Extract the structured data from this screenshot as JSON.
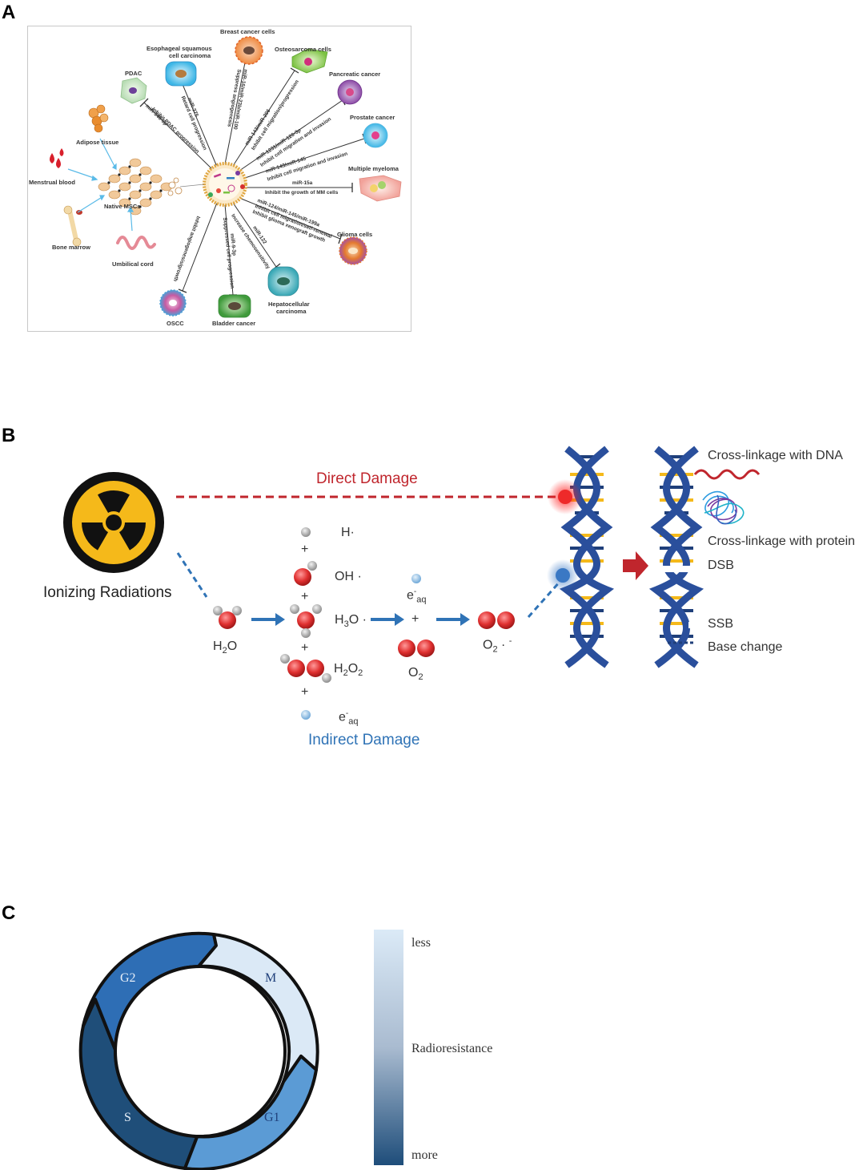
{
  "panels": {
    "a": {
      "letter": "A",
      "center_label": "Native MSCs",
      "sources": [
        "Adipose tissue",
        "Menstrual blood",
        "Bone marrow",
        "Umbilical cord"
      ],
      "targets": [
        {
          "name": "PDAC",
          "effect": "miR-145-5p\nInhibit PDAC progression",
          "effect_lines": [
            "miR-145-5p",
            "Inhibit PDAC progression"
          ]
        },
        {
          "name": "Esophageal squamous\ncell carcinoma",
          "name_lines": [
            "Esophageal squamous",
            "cell carcinoma"
          ],
          "effect_lines": [
            "miR-375",
            "Retard cell progression"
          ]
        },
        {
          "name": "Breast cancer cells",
          "effect_lines": [
            "miR-16/miR-23b/miR-100",
            "Suppress angiogenesis"
          ]
        },
        {
          "name": "Osteosarcoma cells",
          "effect_lines": [
            "miR-143/miR-206",
            "Inhibit cell migration/progression"
          ]
        },
        {
          "name": "Pancreatic cancer",
          "effect_lines": [
            "miR-1231/miR-126-3p",
            "Inhibit cell migration and invasion"
          ]
        },
        {
          "name": "Prostate cancer",
          "effect_lines": [
            "miR-143/miR-145",
            "Inhibit cell migration and invasion"
          ]
        },
        {
          "name": "Multiple myeloma",
          "effect_lines": [
            "miR-15a",
            "Inhibit the growth of MM cells"
          ]
        },
        {
          "name": "Glioma cells",
          "effect_lines": [
            "miR-124/miR-145/miR-199a",
            "Inhibit cell migration/self-renewal",
            "Inhibit glioma xenograft growth"
          ]
        },
        {
          "name": "Hepatocellular\ncarcinoma",
          "name_lines": [
            "Hepatocellular",
            "carcinoma"
          ],
          "effect_lines": [
            "miR-122",
            "Increase chemosensitivity"
          ]
        },
        {
          "name": "Bladder cancer",
          "effect_lines": [
            "miR-9-3p",
            "Suppressed cell progression"
          ]
        },
        {
          "name": "OSCC",
          "effect_lines": [
            "Inhibit angiogenesis/growth"
          ]
        }
      ]
    },
    "b": {
      "letter": "B",
      "source_label": "Ionizing Radiations",
      "direct_label": "Direct Damage",
      "indirect_label": "Indirect Damage",
      "species": {
        "h_radical": "H·",
        "oh_radical": "OH ·",
        "h3o": "H3O ·",
        "h2o2": "H2O2",
        "e_aq": "e-aq",
        "water": "H2O",
        "o2": "O2",
        "superoxide": "O2 · -"
      },
      "plus": "+",
      "atom_h": "H",
      "atom_o": "O",
      "atom_e": "e",
      "damage_types": [
        "Cross-linkage with DNA",
        "Cross-linkage with protein",
        "DSB",
        "SSB",
        "Base change"
      ]
    },
    "c": {
      "letter": "C",
      "phases": [
        "M",
        "G1",
        "S",
        "G2"
      ],
      "phase_colors": {
        "M": "#dbe9f6",
        "G1": "#5b9bd5",
        "S": "#1f4e79",
        "G2": "#2e6eb5"
      },
      "scale_title": "Radioresistance",
      "scale_low": "less",
      "scale_high": "more",
      "scale_colors": [
        "#dbeaf7",
        "#1e4d7a"
      ]
    }
  }
}
